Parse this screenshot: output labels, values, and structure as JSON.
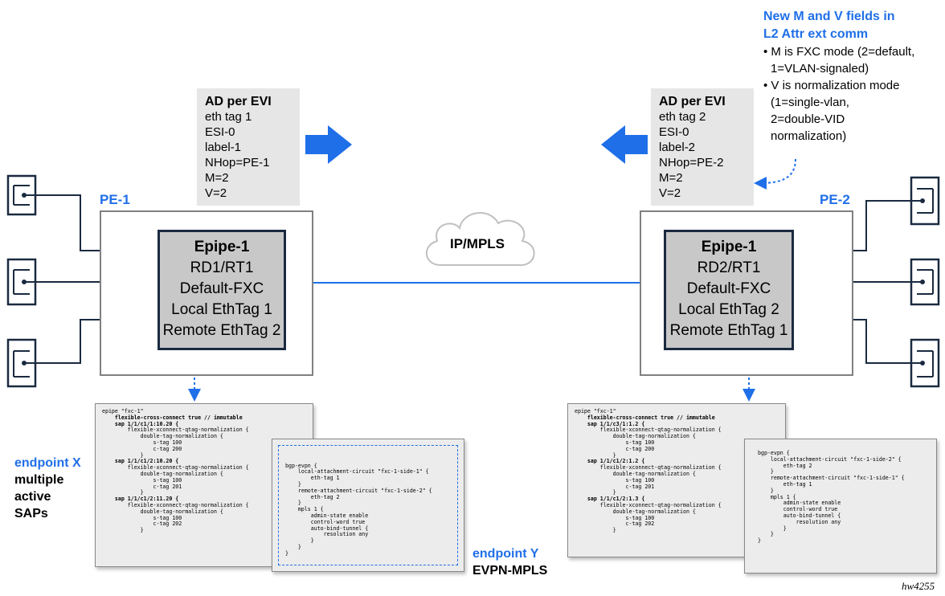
{
  "pe1": {
    "label": "PE-1",
    "epipe": [
      "Epipe-1",
      "RD1/RT1",
      "Default-FXC",
      "Local EthTag 1",
      "Remote EthTag 2"
    ],
    "ad": {
      "title": "AD per EVI",
      "lines": [
        "eth tag 1",
        "ESI-0",
        "label-1",
        "NHop=PE-1",
        "M=2",
        "V=2"
      ]
    }
  },
  "pe2": {
    "label": "PE-2",
    "epipe": [
      "Epipe-1",
      "RD2/RT1",
      "Default-FXC",
      "Local EthTag 2",
      "Remote EthTag 1"
    ],
    "ad": {
      "title": "AD per EVI",
      "lines": [
        "eth tag 2",
        "ESI-0",
        "label-2",
        "NHop=PE-2",
        "M=2",
        "V=2"
      ]
    }
  },
  "cloud": "IP/MPLS",
  "note": {
    "title": [
      "New M and V fields in",
      "L2 Attr ext comm"
    ],
    "lines": [
      "• M is FXC mode (2=default,",
      "1=VLAN-signaled)",
      "• V is normalization mode",
      "(1=single-vlan,",
      "2=double-VID",
      "normalization)"
    ]
  },
  "endpoint_x": {
    "title": "endpoint X",
    "lines": [
      "multiple",
      "active",
      "SAPs"
    ]
  },
  "endpoint_y": {
    "title": "endpoint Y",
    "sub": "EVPN-MPLS"
  },
  "figure_id": "hw4255",
  "code_pe1_epipe": [
    "epipe \"fxc-1\"",
    "    flexible-cross-connect true // immutable",
    "    sap 1/1/c1/1:10.20 {",
    "        flexible-xconnect-qtag-normalization {",
    "            double-tag-normalization {",
    "                s-tag 100",
    "                c-tag 200",
    "            }",
    "    sap 1/1/c1/2:10.20 {",
    "        flexible-xconnect-qtag-normalization {",
    "            double-tag-normalization {",
    "                s-tag 100",
    "                c-tag 201",
    "            }",
    "    sap 1/1/c1/2:11.20 {",
    "        flexible-xconnect-qtag-normalization {",
    "            double-tag-normalization {",
    "                s-tag 100",
    "                c-tag 202",
    "            }"
  ],
  "code_pe1_bgp": [
    "bgp-evpn {",
    "    local-attachment-circuit \"fxc-1-side-1\" {",
    "        eth-tag 1",
    "    }",
    "    remote-attachment-circuit \"fxc-1-side-2\" {",
    "        eth-tag 2",
    "    }",
    "    mpls 1 {",
    "        admin-state enable",
    "        control-word true",
    "        auto-bind-tunnel {",
    "            resolution any",
    "        }",
    "    }",
    "}"
  ],
  "code_pe2_epipe": [
    "epipe \"fxc-1\"",
    "    flexible-cross-connect true // immutable",
    "    sap 1/1/c3/1:1.2 {",
    "        flexible-xconnect-qtag-normalization {",
    "            double-tag-normalization {",
    "                s-tag 100",
    "                c-tag 200",
    "            }",
    "    sap 1/1/c1/2:1.2 {",
    "        flexible-xconnect-qtag-normalization {",
    "            double-tag-normalization {",
    "                s-tag 100",
    "                c-tag 201",
    "            }",
    "    sap 1/1/c1/2:1.3 {",
    "        flexible-xconnect-qtag-normalization {",
    "            double-tag-normalization {",
    "                s-tag 100",
    "                c-tag 202",
    "            }"
  ],
  "code_pe2_bgp": [
    "bgp-evpn {",
    "    local-attachment-circuit \"fxc-1-side-2\" {",
    "        eth-tag 2",
    "    }",
    "    remote-attachment-circuit \"fxc-1-side-1\" {",
    "        eth-tag 1",
    "    }",
    "    mpls 1 {",
    "        admin-state enable",
    "        control-word true",
    "        auto-bind-tunnel {",
    "            resolution any",
    "        }",
    "    }",
    "}"
  ],
  "colors": {
    "accent": "#1f6fe8",
    "box_border": "#1a2a40",
    "epipe_fill": "#c8c8c8",
    "ad_fill": "#e6e6e6"
  }
}
